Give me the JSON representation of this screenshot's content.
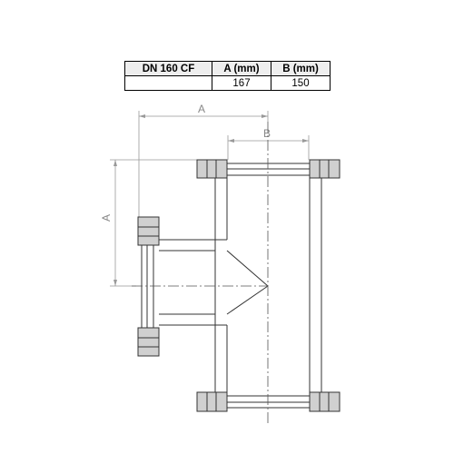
{
  "table": {
    "headers": [
      "DN 160 CF",
      "A (mm)",
      "B (mm)"
    ],
    "rows": [
      [
        "",
        "167",
        "150"
      ]
    ]
  },
  "drawing": {
    "dimension_labels": {
      "a_top": "A",
      "b_top": "B",
      "a_left": "A"
    }
  },
  "colors": {
    "outline": "#333333",
    "flange_fill": "#d0d0d0",
    "dimension_line": "#999999",
    "header_fill": "#eeeeee"
  }
}
